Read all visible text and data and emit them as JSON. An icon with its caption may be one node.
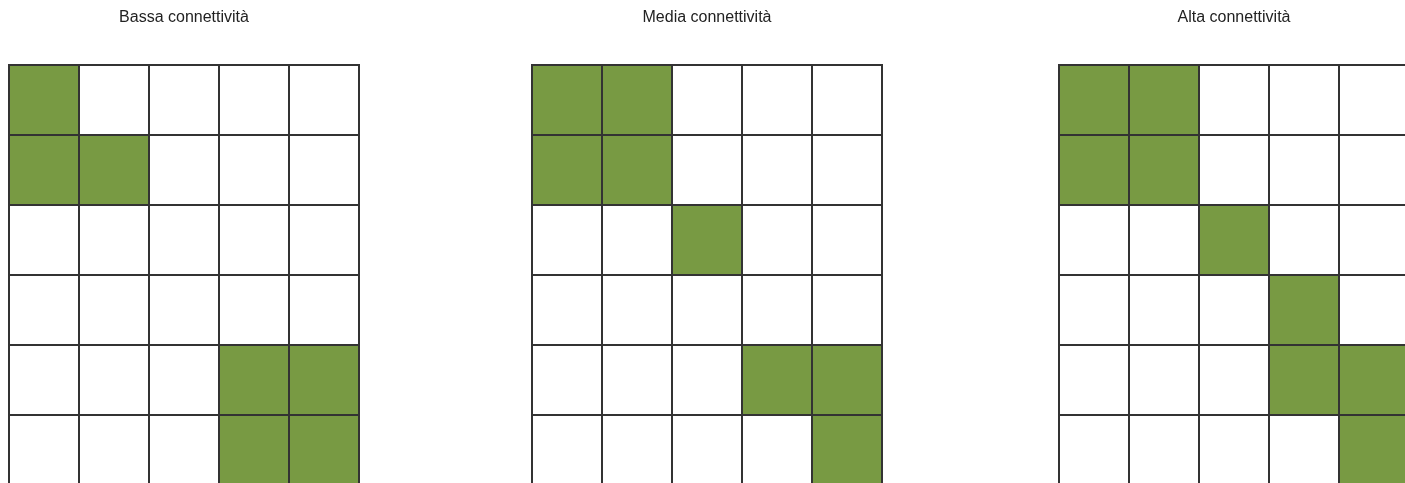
{
  "diagram": {
    "nodes": [
      {
        "text": [
          "Bassa connettività"
        ]
      },
      {
        "text": [
          "Media connettività"
        ]
      },
      {
        "text": [
          "Alta connettività"
        ]
      }
    ]
  }
}
